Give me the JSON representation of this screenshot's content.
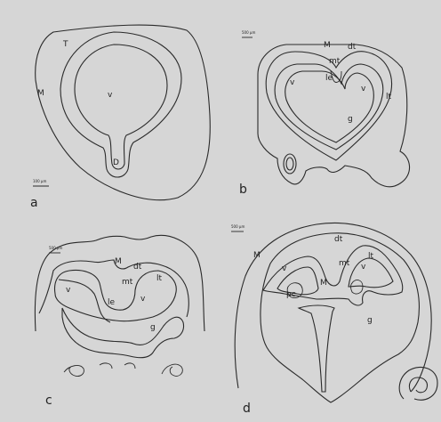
{
  "panels": {
    "a": {
      "letter": "a",
      "labels": {
        "T": "T",
        "M": "M",
        "v": "v",
        "D": "D"
      }
    },
    "b": {
      "letter": "b",
      "labels": {
        "M": "M",
        "dt": "dt",
        "mt": "mt",
        "le": "le",
        "v_left": "v",
        "v_right": "v",
        "lt": "lt",
        "g": "g"
      }
    },
    "c": {
      "letter": "c",
      "labels": {
        "M": "M",
        "dt": "dt",
        "mt": "mt",
        "lt": "lt",
        "v_left": "v",
        "v_right": "v",
        "le": "le",
        "g": "g"
      }
    },
    "d": {
      "letter": "d",
      "labels": {
        "M_outer": "M",
        "dt": "dt",
        "lt": "lt",
        "mt": "mt",
        "v_left": "v",
        "v_right": "v",
        "M_center": "M",
        "pc": "pc",
        "g": "g"
      }
    }
  },
  "colors": {
    "background": "#d6d6d6",
    "line": "#2a2a2a"
  }
}
